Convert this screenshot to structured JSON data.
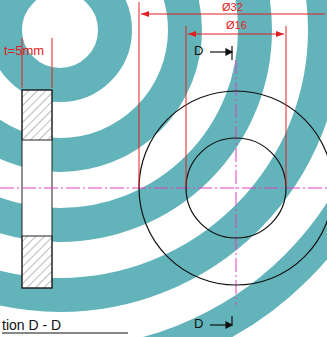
{
  "diagram": {
    "labels": [
      "t=5mm",
      "Ø32",
      "Ø16",
      "D",
      "tion D - D",
      "D"
    ]
  }
}
